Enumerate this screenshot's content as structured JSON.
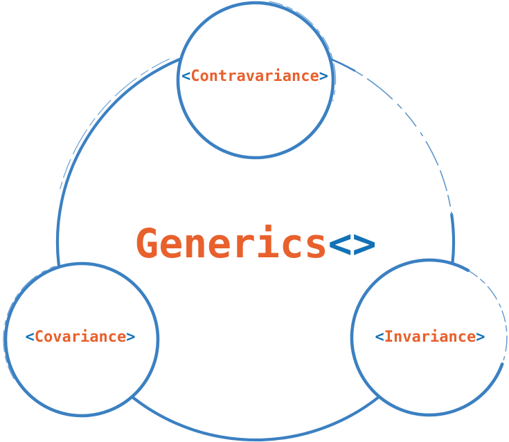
{
  "diagram": {
    "center": {
      "title": "Generics",
      "suffix": "<>"
    },
    "nodes": [
      {
        "id": "contravariance",
        "open": "<",
        "label": "Contravariance",
        "close": ">"
      },
      {
        "id": "covariance",
        "open": "<",
        "label": "Covariance",
        "close": ">"
      },
      {
        "id": "invariance",
        "open": "<",
        "label": "Invariance",
        "close": ">"
      }
    ],
    "colors": {
      "circle_stroke": "#3b80c2",
      "sketch_stroke": "#5590c9",
      "word_text": "#e8602c",
      "bracket_text": "#1372b6",
      "background": "#ffffff"
    }
  }
}
